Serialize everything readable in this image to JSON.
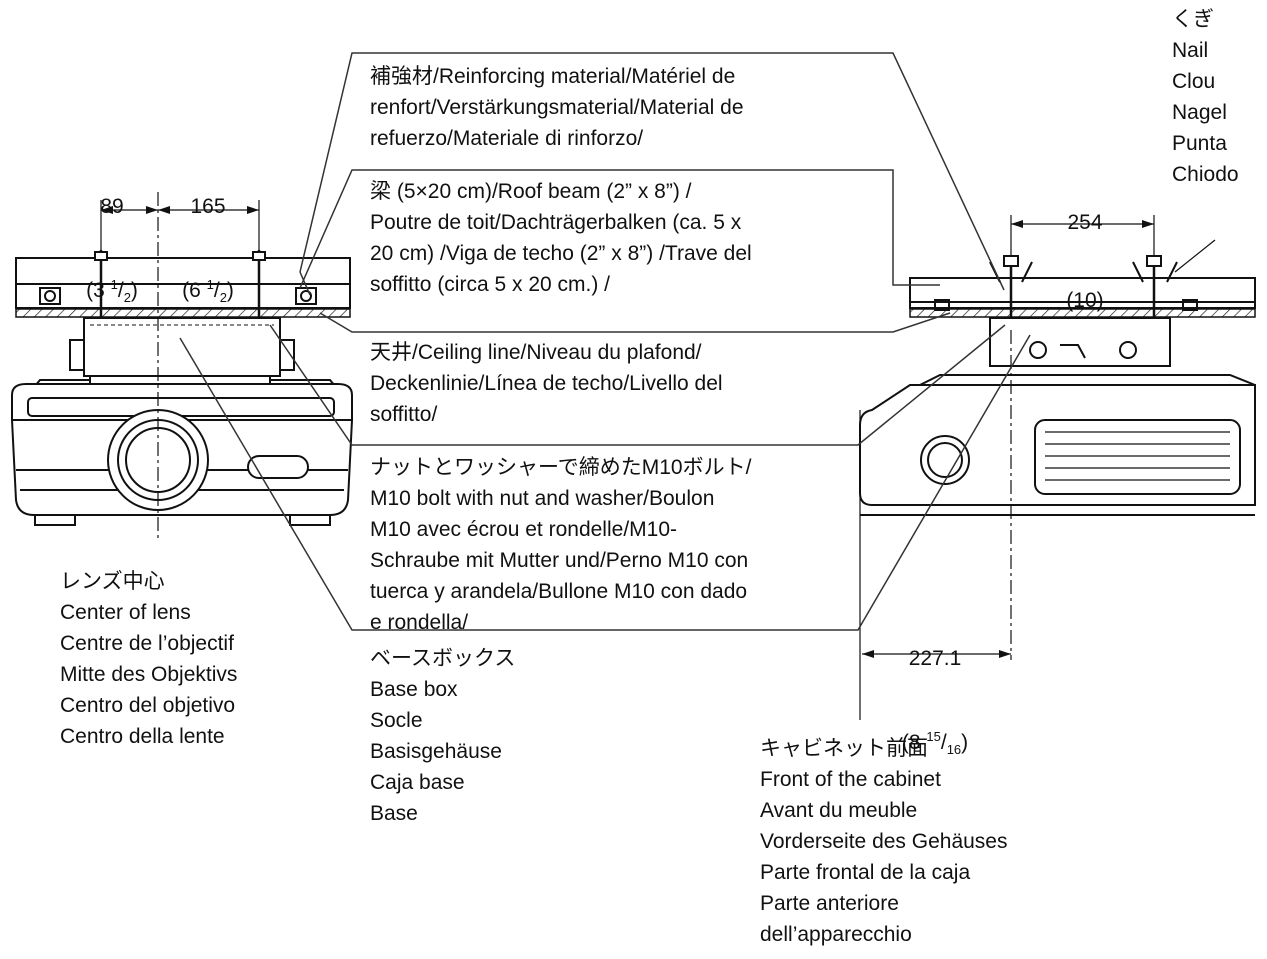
{
  "callouts": {
    "reinforcing": "補強材/Reinforcing material/Matériel de\nrenfort/Verstärkungsmaterial/Material de\nrefuerzo/Materiale di rinforzo/",
    "beam": "梁 (5×20 cm)/Roof beam (2” x 8”) /\nPoutre de toit/Dachträgerbalken (ca. 5 x\n20 cm) /Viga de techo (2” x 8”) /Trave del\nsoffitto (circa 5 x 20 cm.) /",
    "ceiling": "天井/Ceiling line/Niveau du plafond/\nDeckenlinie/Línea de techo/Livello del\nsoffitto/",
    "bolt": "ナットとワッシャーで締めたM10ボルト/\nM10 bolt with nut and washer/Boulon\nM10 avec écrou et rondelle/M10-\nSchraube mit Mutter und/Perno M10 con\ntuerca y arandela/Bullone M10 con dado\ne rondella/"
  },
  "lists": {
    "nail": [
      "くぎ",
      "Nail",
      "Clou",
      "Nagel",
      "Punta",
      "Chiodo"
    ],
    "lens": [
      "レンズ中心",
      "Center of lens",
      "Centre de l’objectif",
      "Mitte des Objektivs",
      "Centro del objetivo",
      "Centro della lente"
    ],
    "basebox": [
      "ベースボックス",
      "Base box",
      "Socle",
      "Basisgehäuse",
      "Caja base",
      "Base"
    ],
    "cabinet": [
      "キャビネット前面",
      "Front of the cabinet",
      "Avant du meuble",
      "Vorderseite des Gehäuses",
      "Parte frontal de la caja",
      "Parte anteriore",
      "dell’apparecchio"
    ]
  },
  "dims": {
    "d89": "89",
    "d89_in": "3",
    "d89_frac_num": "1",
    "d89_frac_den": "2",
    "d165": "165",
    "d165_in": "6",
    "d165_frac_num": "1",
    "d165_frac_den": "2",
    "d254": "254",
    "d254_in": "(10)",
    "d227": "227.1",
    "d227_in": "8",
    "d227_frac_num": "15",
    "d227_frac_den": "16"
  }
}
